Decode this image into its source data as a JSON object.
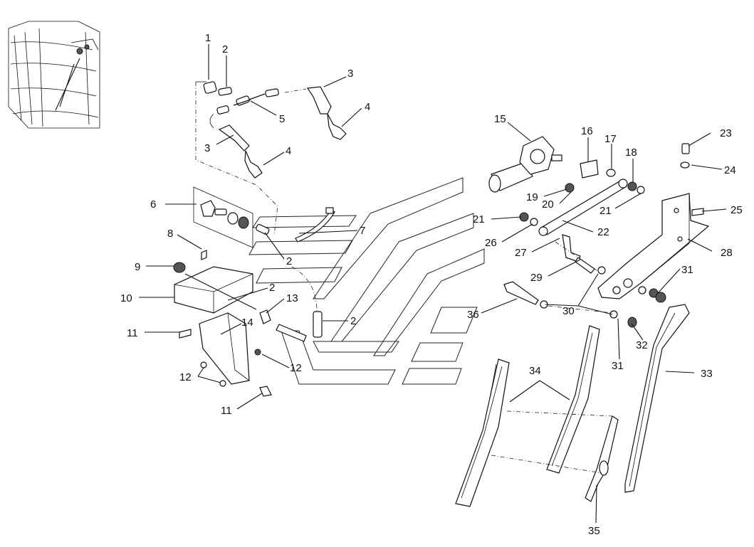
{
  "callouts": [
    {
      "id": "c1",
      "text": "1"
    },
    {
      "id": "c2a",
      "text": "2"
    },
    {
      "id": "c3a",
      "text": "3"
    },
    {
      "id": "c4a",
      "text": "4"
    },
    {
      "id": "c5",
      "text": "5"
    },
    {
      "id": "c3b",
      "text": "3"
    },
    {
      "id": "c4b",
      "text": "4"
    },
    {
      "id": "c6",
      "text": "6"
    },
    {
      "id": "c7",
      "text": "7"
    },
    {
      "id": "c8",
      "text": "8"
    },
    {
      "id": "c2b",
      "text": "2"
    },
    {
      "id": "c9",
      "text": "9"
    },
    {
      "id": "c10",
      "text": "10"
    },
    {
      "id": "c2c",
      "text": "2"
    },
    {
      "id": "c13",
      "text": "13"
    },
    {
      "id": "c14",
      "text": "14"
    },
    {
      "id": "c2d",
      "text": "2"
    },
    {
      "id": "c11a",
      "text": "11"
    },
    {
      "id": "c12a",
      "text": "12"
    },
    {
      "id": "c12b",
      "text": "12"
    },
    {
      "id": "c11b",
      "text": "11"
    },
    {
      "id": "c15",
      "text": "15"
    },
    {
      "id": "c16",
      "text": "16"
    },
    {
      "id": "c17",
      "text": "17"
    },
    {
      "id": "c18",
      "text": "18"
    },
    {
      "id": "c23",
      "text": "23"
    },
    {
      "id": "c24",
      "text": "24"
    },
    {
      "id": "c19",
      "text": "19"
    },
    {
      "id": "c20",
      "text": "20"
    },
    {
      "id": "c21a",
      "text": "21"
    },
    {
      "id": "c25",
      "text": "25"
    },
    {
      "id": "c21b",
      "text": "21"
    },
    {
      "id": "c22",
      "text": "22"
    },
    {
      "id": "c26",
      "text": "26"
    },
    {
      "id": "c27",
      "text": "27"
    },
    {
      "id": "c28",
      "text": "28"
    },
    {
      "id": "c29",
      "text": "29"
    },
    {
      "id": "c31a",
      "text": "31"
    },
    {
      "id": "c30",
      "text": "30"
    },
    {
      "id": "c36",
      "text": "36"
    },
    {
      "id": "c32",
      "text": "32"
    },
    {
      "id": "c31b",
      "text": "31"
    },
    {
      "id": "c34",
      "text": "34"
    },
    {
      "id": "c33",
      "text": "33"
    },
    {
      "id": "c35",
      "text": "35"
    }
  ]
}
